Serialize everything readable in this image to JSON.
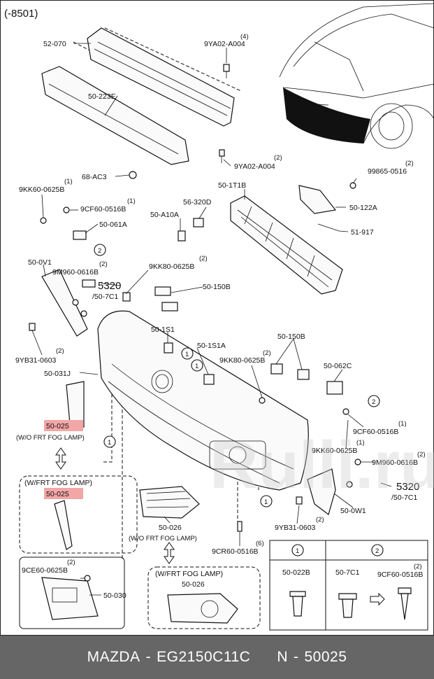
{
  "diagram": {
    "date_code": "(-8501)",
    "watermark": "Rulli.ru",
    "labels": {
      "p52070": "52-070",
      "p9ya02_top": "9YA02-A004",
      "p9ya02_top_qty": "(4)",
      "p50223e": "50-223E",
      "p68ac3": "68-AC3",
      "p9ya02_bot": "9YA02-A004",
      "p9ya02_bot_qty": "(2)",
      "p99865": "99865-0516",
      "p99865_qty": "(2)",
      "p501t1b": "50-1T1B",
      "p9kk60_top": "9KK60-0625B",
      "p9kk60_top_qty": "(1)",
      "p9cf60_top": "9CF60-0516B",
      "p9cf60_top_qty": "(1)",
      "p56320d": "56-320D",
      "p50a10a": "50-A10A",
      "p50122a": "50-122A",
      "p50061a": "50-061A",
      "p51917": "51-917",
      "p500v1": "50-0V1",
      "p9m960_top": "9M960-0616B",
      "p9m960_top_qty": "(2)",
      "p9kk80_top": "9KK80-0625B",
      "p9kk80_top_qty": "(2)",
      "p5320_top": "5320",
      "p507c1_top": "/50-7C1",
      "p50150b_top": "50-150B",
      "p501s1": "50-1S1",
      "p9yb31_left": "9YB31-0603",
      "p9yb31_left_qty": "(2)",
      "p501s1a": "50-1S1A",
      "p50150b_mid": "50-150B",
      "p9kk80_mid": "9KK80-0625B",
      "p9kk80_mid_qty": "(2)",
      "p50031j": "50-031J",
      "p50062c": "50-062C",
      "p50025_a": "50-025",
      "wo_fog_a": "(W/O FRT FOG LAMP)",
      "p9cf60_right": "9CF60-0516B",
      "p9cf60_right_qty": "(1)",
      "p9kk60_right": "9KK60-0625B",
      "p9kk60_right_qty": "(1)",
      "p9m960_right": "9M960-0616B",
      "p9m960_right_qty": "(2)",
      "w_fog_a": "(W/FRT FOG LAMP)",
      "p50025_b": "50-025",
      "p5320_right": "5320",
      "p507c1_right": "/50-7C1",
      "p500w1": "50-0W1",
      "p9yb31_right": "9YB31-0603",
      "p9yb31_right_qty": "(2)",
      "p50026_a": "50-026",
      "wo_fog_b": "(W/O FRT FOG LAMP)",
      "p9cr60": "9CR60-0516B",
      "p9cr60_qty": "(6)",
      "p9ce60": "9CE60-0625B",
      "p9ce60_qty": "(2)",
      "p50030": "50-030",
      "w_fog_b": "(W/FRT FOG LAMP)",
      "p50026_b": "50-026"
    },
    "legend": {
      "col1_num": "1",
      "col2_num": "2",
      "col1_part": "50-022B",
      "col2_part_a": "50-7C1",
      "col2_part_b": "9CF60-0516B",
      "col2_part_b_qty": "(2)"
    },
    "callouts": [
      "1",
      "2"
    ],
    "highlight_color": "#f2a6a6"
  },
  "footer": {
    "make": "MAZDA",
    "sep1": "-",
    "oem": "EG2150C11C",
    "num_label": "N",
    "sep2": "-",
    "num": "50025"
  }
}
